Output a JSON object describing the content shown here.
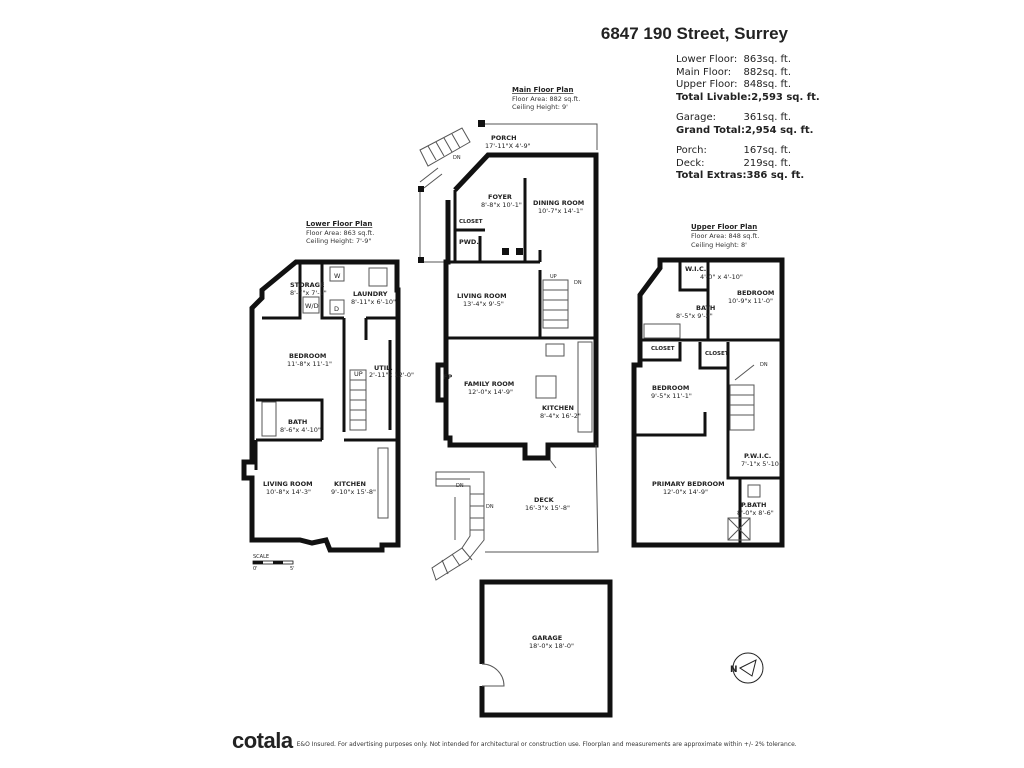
{
  "property": {
    "title": "6847 190 Street, Surrey"
  },
  "summary": {
    "lower_floor_label": "Lower Floor:",
    "lower_floor_value": "863sq. ft.",
    "main_floor_label": "Main Floor:",
    "main_floor_value": "882sq. ft.",
    "upper_floor_label": "Upper Floor:",
    "upper_floor_value": "848sq. ft.",
    "total_livable_label": "Total Livable:",
    "total_livable_value": "2,593 sq. ft.",
    "garage_label": "Garage:",
    "garage_value": "361sq. ft.",
    "grand_total_label": "Grand Total:",
    "grand_total_value": "2,954 sq. ft.",
    "porch_label": "Porch:",
    "porch_value": "167sq. ft.",
    "deck_label": "Deck:",
    "deck_value": "219sq. ft.",
    "total_extras_label": "Total Extras:",
    "total_extras_value": "386 sq. ft."
  },
  "main_floor": {
    "title": "Main Floor Plan",
    "area": "Floor Area: 882 sq.ft.",
    "ceiling": "Ceiling Height: 9'",
    "porch": "PORCH",
    "porch_dim": "17'-11\"X 4'-9\"",
    "foyer": "FOYER",
    "foyer_dim": "8'-8\"x 10'-1\"",
    "dining": "DINING ROOM",
    "dining_dim": "10'-7\"x 14'-1\"",
    "closet": "CLOSET",
    "pwd": "PWD.",
    "living": "LIVING ROOM",
    "living_dim": "13'-4\"x 9'-5\"",
    "family": "FAMILY ROOM",
    "family_dim": "12'-0\"x 14'-9\"",
    "fp": "FP",
    "kitchen": "KITCHEN",
    "kitchen_dim": "8'-4\"x 16'-2\"",
    "deck": "DECK",
    "deck_dim": "16'-3\"x 15'-8\"",
    "up": "UP",
    "dn": "DN"
  },
  "lower_floor": {
    "title": "Lower Floor Plan",
    "area": "Floor Area: 863 sq.ft.",
    "ceiling": "Ceiling Height: 7'-9\"",
    "storage": "STORAGE",
    "storage_dim": "8'-7\"x 7'-1\"",
    "laundry": "LAUNDRY",
    "laundry_dim": "8'-11\"x 6'-10\"",
    "w": "W",
    "d": "D",
    "wd": "W/D",
    "bedroom": "BEDROOM",
    "bedroom_dim": "11'-8\"x 11'-1\"",
    "util": "UTIL.",
    "util_dim": "2'-11\"x 12'-0\"",
    "bath": "BATH",
    "bath_dim": "8'-6\"x 4'-10\"",
    "living": "LIVING ROOM",
    "living_dim": "10'-8\"x 14'-3\"",
    "kitchen": "KITCHEN",
    "kitchen_dim": "9'-10\"x 15'-8\"",
    "up": "UP",
    "scale": "SCALE",
    "scale_start": "0'",
    "scale_end": "5'"
  },
  "upper_floor": {
    "title": "Upper Floor Plan",
    "area": "Floor Area: 848 sq.ft.",
    "ceiling": "Ceiling Height: 8'",
    "wic": "W.I.C.",
    "wic_dim": "4'-0\" x 4'-10\"",
    "bedroom1": "BEDROOM",
    "bedroom1_dim": "10'-9\"x 11'-0\"",
    "bath": "BATH",
    "bath_dim": "8'-5\"x 9'-2\"",
    "closet1": "CLOSET",
    "closet2": "CLOSET",
    "bedroom2": "BEDROOM",
    "bedroom2_dim": "9'-5\"x 11'-1\"",
    "pwic": "P.W.I.C.",
    "pwic_dim": "7'-1\"x 5'-10\"",
    "primary": "PRIMARY BEDROOM",
    "primary_dim": "12'-0\"x 14'-9\"",
    "pbath": "P.BATH",
    "pbath_dim": "8'-0\"x 8'-6\"",
    "dn": "DN"
  },
  "garage": {
    "label": "GARAGE",
    "dim": "18'-0\"x 18'-0\""
  },
  "footer": {
    "logo": "cotala",
    "disclaimer": "E&O Insured. For advertising purposes only. Not intended for architectural or construction use. Floorplan and measurements are approximate within +/- 2% tolerance."
  },
  "icons": {
    "north": "north-arrow-icon"
  }
}
